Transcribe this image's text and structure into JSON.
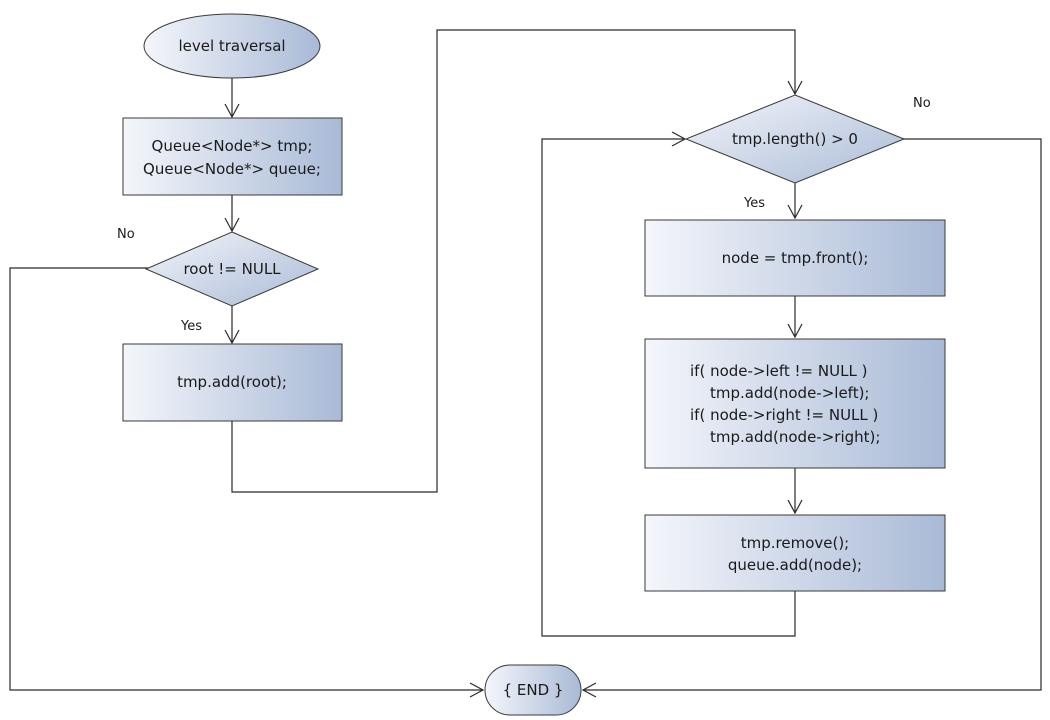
{
  "nodes": {
    "start": {
      "text": "level traversal"
    },
    "decl": {
      "lines": [
        "Queue<Node*> tmp;",
        "Queue<Node*> queue;"
      ]
    },
    "root_check": {
      "text": "root != NULL"
    },
    "add_root": {
      "text": "tmp.add(root);"
    },
    "loop_check": {
      "text": "tmp.length() > 0"
    },
    "front": {
      "text": "node = tmp.front();"
    },
    "children": {
      "lines": [
        "if( node->left != NULL )",
        "tmp.add(node->left);",
        "if( node->right != NULL )",
        "tmp.add(node->right);"
      ]
    },
    "remove": {
      "lines": [
        "tmp.remove();",
        "queue.add(node);"
      ]
    },
    "end": {
      "text": "{ END }"
    }
  },
  "edge_labels": {
    "root_no": "No",
    "root_yes": "Yes",
    "loop_no": "No",
    "loop_yes": "Yes"
  },
  "colors": {
    "fill_light": "#f4f6fb",
    "fill_dark": "#a9bad6",
    "stroke": "#3a3a3a",
    "line": "#2a2a2a"
  }
}
